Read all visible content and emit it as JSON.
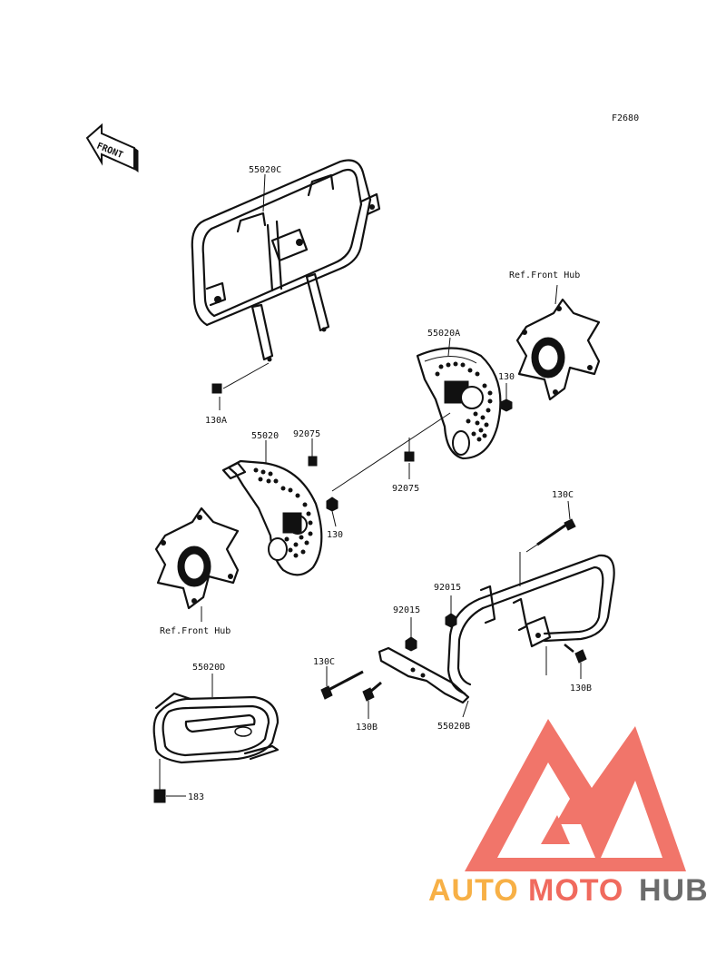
{
  "figure_code": "F2680",
  "front_label": "FRONT",
  "labels": {
    "p55020C": "55020C",
    "ref_front_hub_top": "Ref.Front Hub",
    "p55020A": "55020A",
    "p130_right": "130",
    "p130A": "130A",
    "p55020": "55020",
    "p92075_left": "92075",
    "p92075_mid": "92075",
    "p130_mid": "130",
    "p130C_top": "130C",
    "p92015_right": "92015",
    "p92015_mid": "92015",
    "ref_front_hub_bottom": "Ref.Front Hub",
    "p55020D": "55020D",
    "p130C_left": "130C",
    "p130B_right": "130B",
    "p130B_mid": "130B",
    "p55020B": "55020B",
    "p183": "183"
  },
  "watermark": {
    "auto": "AUTO",
    "moto": "MOTO",
    "hub": "HUB",
    "colors": {
      "red": "#f06a5e",
      "orange": "#f7b046",
      "gray": "#6b6b6b"
    }
  }
}
